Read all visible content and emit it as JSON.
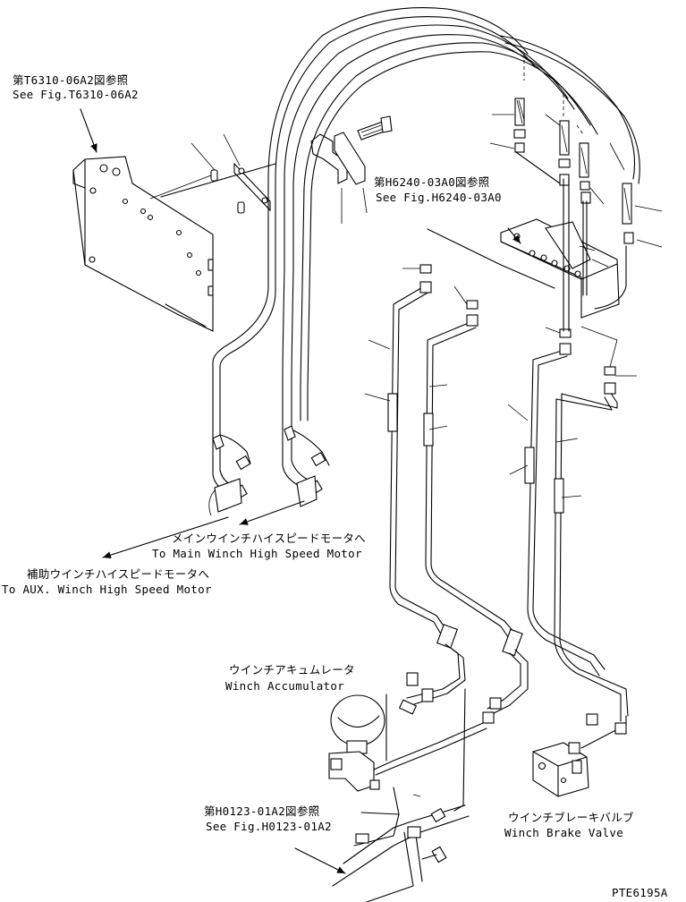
{
  "labels": {
    "ref_t6310_jp": "第T6310-06A2図参照",
    "ref_t6310_en": "See Fig.T6310-06A2",
    "ref_h6240_jp": "第H6240-03A0図参照",
    "ref_h6240_en": "See Fig.H6240-03A0",
    "main_winch_jp": "メインウインチハイスピードモータへ",
    "main_winch_en": "To Main Winch High Speed Motor",
    "aux_winch_jp": "補助ウインチハイスピードモータへ",
    "aux_winch_en": "To AUX. Winch High Speed Motor",
    "accumulator_jp": "ウインチアキュムレータ",
    "accumulator_en": "Winch Accumulator",
    "ref_h0123_jp": "第H0123-01A2図参照",
    "ref_h0123_en": "See Fig.H0123-01A2",
    "brake_valve_jp": "ウインチブレーキバルブ",
    "brake_valve_en": "Winch Brake Valve",
    "drawing_id": "PTE6195A"
  },
  "colors": {
    "line": "#000000",
    "background": "#ffffff"
  }
}
